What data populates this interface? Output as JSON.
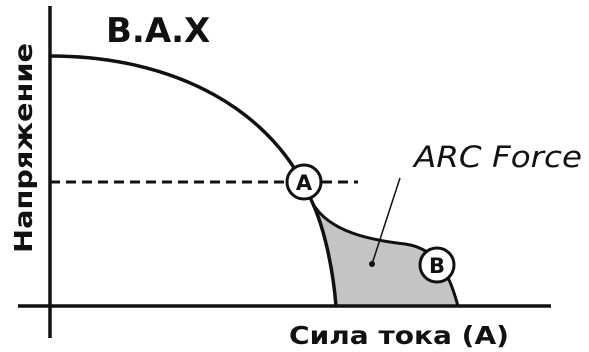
{
  "chart_data": {
    "type": "line",
    "title": "В.А.Х",
    "xlabel": "Сила тока (А)",
    "ylabel": "Напряжение",
    "annotation": "ARC Force",
    "markers": {
      "a": "A",
      "b": "B"
    },
    "colors": {
      "line": "#111111",
      "fill": "#c4c4c4",
      "background": "#ffffff"
    }
  }
}
